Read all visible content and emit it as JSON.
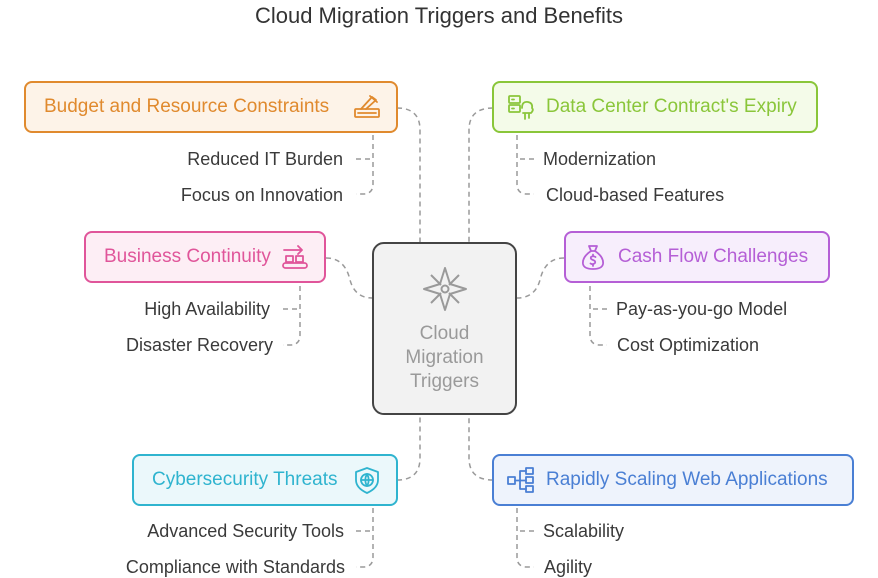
{
  "title": "Cloud Migration Triggers and Benefits",
  "center": {
    "lines": [
      "Cloud",
      "Migration",
      "Triggers"
    ],
    "icon": "compass-icon"
  },
  "triggers": [
    {
      "label": "Budget and Resource Constraints",
      "icon": "budget-cut-icon",
      "color": "#e08a2e",
      "fill": "#fdf3e8",
      "benefits": [
        "Reduced IT Burden",
        "Focus on Innovation"
      ]
    },
    {
      "label": "Data Center Contract's Expiry",
      "icon": "server-cloud-icon",
      "color": "#8ac63a",
      "fill": "#f4fbe9",
      "benefits": [
        "Modernization",
        "Cloud-based Features"
      ]
    },
    {
      "label": "Business Continuity",
      "icon": "conveyor-icon",
      "color": "#e0559a",
      "fill": "#fdeef5",
      "benefits": [
        "High Availability",
        "Disaster Recovery"
      ]
    },
    {
      "label": "Cash Flow Challenges",
      "icon": "money-bag-icon",
      "color": "#b55fd6",
      "fill": "#f7eefc",
      "benefits": [
        "Pay-as-you-go Model",
        "Cost Optimization"
      ]
    },
    {
      "label": "Cybersecurity Threats",
      "icon": "shield-globe-icon",
      "color": "#2fb4cf",
      "fill": "#ebf8fb",
      "benefits": [
        "Advanced Security Tools",
        "Compliance with Standards"
      ]
    },
    {
      "label": "Rapidly Scaling Web Applications",
      "icon": "network-icon",
      "color": "#4a7fd4",
      "fill": "#eef3fc",
      "benefits": [
        "Scalability",
        "Agility"
      ]
    }
  ]
}
